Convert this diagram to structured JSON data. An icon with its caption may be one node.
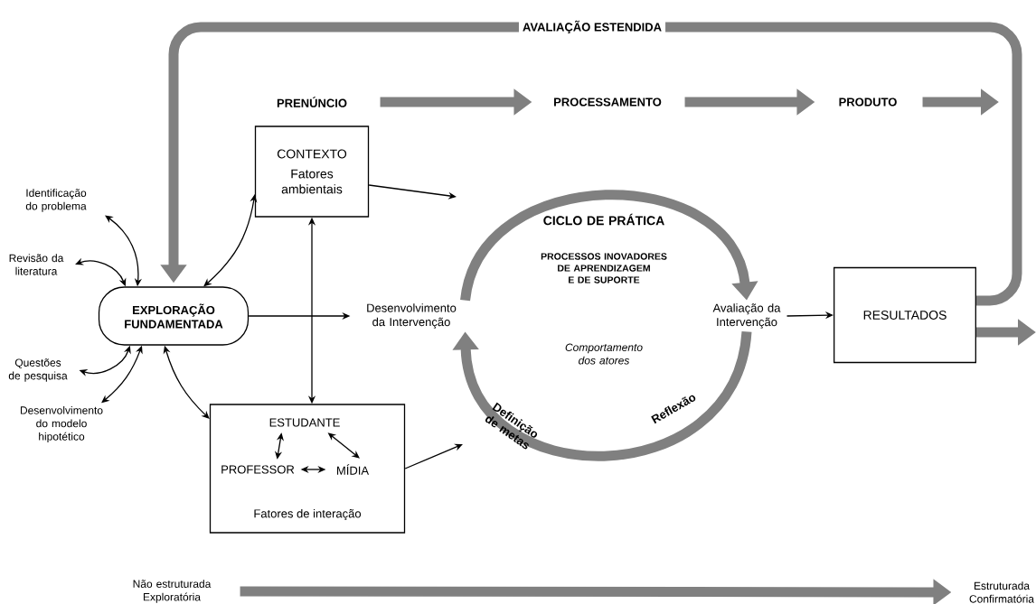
{
  "diagram": {
    "nodes": [
      {
        "text": [
          "CONTEXTO",
          "Fatores ambientais"
        ]
      },
      {
        "text": [
          "EXPLORAÇÃO FUNDAMENTADA"
        ]
      },
      {
        "text": [
          "Identificação do problema"
        ]
      },
      {
        "text": [
          "Revisão da literatura"
        ]
      },
      {
        "text": [
          "Questões de pesquisa"
        ]
      },
      {
        "text": [
          "Desenvolvimento do modelo hipotético"
        ]
      },
      {
        "text": [
          "Fatores de interação"
        ]
      },
      {
        "text": [
          "ESTUDANTE"
        ],
        "in": 6
      },
      {
        "text": [
          "PROFESSOR"
        ],
        "in": 6
      },
      {
        "text": [
          "MÍDIA"
        ],
        "in": 6
      },
      {
        "text": [
          "Desenvolvimento da Intervenção"
        ]
      },
      {
        "text": [
          "Avaliação da Intervenção"
        ]
      },
      {
        "text": [
          "RESULTADOS"
        ]
      },
      {
        "text": [
          "PRENÚNCIO"
        ]
      },
      {
        "text": [
          "PROCESSAMENTO"
        ]
      },
      {
        "text": [
          "PRODUTO"
        ]
      },
      {
        "text": [
          "Não estruturada Exploratória"
        ]
      },
      {
        "text": [
          "Estruturada Confirmatória"
        ]
      }
    ],
    "edges": [
      {
        "from": 2,
        "to": 1,
        "arrow": "both"
      },
      {
        "from": 3,
        "to": 1,
        "arrow": "both"
      },
      {
        "from": 4,
        "to": 1,
        "arrow": "both"
      },
      {
        "from": 5,
        "to": 1,
        "arrow": "both"
      },
      {
        "from": 0,
        "to": 1,
        "arrow": "both"
      },
      {
        "from": 1,
        "to": 6,
        "arrow": "both"
      },
      {
        "from": 0,
        "to": 6,
        "arrow": "both"
      },
      {
        "from": 1,
        "to": 10,
        "arrow": "to"
      },
      {
        "from": 0,
        "to": null,
        "arrow": "to"
      },
      {
        "from": 6,
        "to": null,
        "arrow": "to"
      },
      {
        "from": 7,
        "to": 8,
        "arrow": "both"
      },
      {
        "from": 7,
        "to": 9,
        "arrow": "both"
      },
      {
        "from": 8,
        "to": 9,
        "arrow": "both"
      },
      {
        "from": 11,
        "to": 12,
        "arrow": "to"
      },
      {
        "from": 10,
        "to": 11,
        "arrow": "to",
        "style": "thick",
        "color": "#808080"
      },
      {
        "from": 11,
        "to": 10,
        "arrow": "to",
        "label": "Reflexão",
        "style": "thick",
        "color": "#808080"
      },
      {
        "from": 13,
        "to": 14,
        "arrow": "to",
        "style": "thick",
        "color": "#808080"
      },
      {
        "from": 14,
        "to": 15,
        "arrow": "to",
        "style": "thick",
        "color": "#808080"
      },
      {
        "from": 15,
        "to": null,
        "arrow": "to",
        "style": "thick",
        "color": "#808080"
      },
      {
        "from": 12,
        "to": 1,
        "arrow": "to",
        "label": "AVALIAÇÃO ESTENDIDA",
        "style": "thick",
        "color": "#808080"
      },
      {
        "from": 12,
        "to": null,
        "arrow": "to",
        "style": "thick",
        "color": "#808080"
      },
      {
        "from": 16,
        "to": 17,
        "arrow": "to",
        "style": "thick",
        "color": "#808080"
      }
    ],
    "labels": [
      "CICLO DE PRÁTICA",
      "PROCESSOS INOVADORES DE APRENDIZAGEM E DE SUPORTE",
      "Comportamento dos atores",
      "Definição de metas"
    ]
  }
}
